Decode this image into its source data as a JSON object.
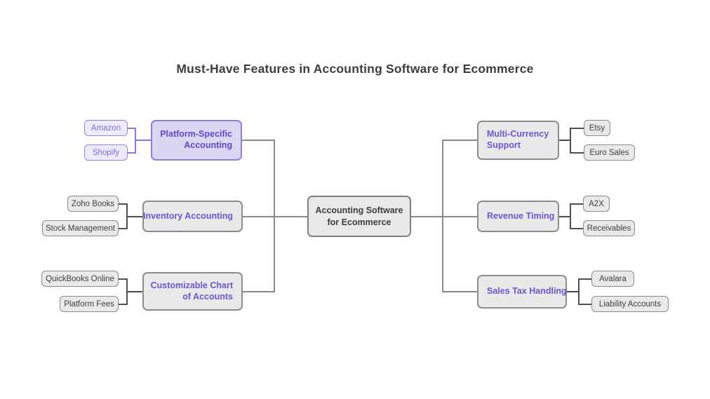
{
  "title": "Must-Have Features in Accounting Software for Ecommerce",
  "center": {
    "label": "Accounting Software for Ecommerce"
  },
  "left_branches": [
    {
      "label": "Platform-Specific Accounting",
      "theme": "purple",
      "children": [
        "Amazon",
        "Shopify"
      ]
    },
    {
      "label": "Inventory Accounting",
      "theme": "gray",
      "children": [
        "Zoho Books",
        "Stock Management"
      ]
    },
    {
      "label": "Customizable Chart of Accounts",
      "theme": "gray",
      "children": [
        "QuickBooks Online",
        "Platform Fees"
      ]
    }
  ],
  "right_branches": [
    {
      "label": "Multi-Currency Support",
      "theme": "gray",
      "children": [
        "Etsy",
        "Euro Sales"
      ]
    },
    {
      "label": "Revenue Timing",
      "theme": "gray",
      "children": [
        "A2X",
        "Receivables"
      ]
    },
    {
      "label": "Sales Tax Handling",
      "theme": "gray",
      "children": [
        "Avalara",
        "Liability Accounts"
      ]
    }
  ],
  "colors": {
    "accent_purple_text": "#5b4ac4",
    "purple_node_fill": "#dcd6f5",
    "purple_node_border": "#8f80e0",
    "purple_child_fill": "#edeafb",
    "gray_node_fill": "#e9e9e9",
    "gray_node_border": "#8c8c8c",
    "dark_text": "#3e3e3e",
    "connector_gray": "#8a8a8a",
    "connector_dark": "#4f4f4f",
    "connector_purple": "#8478d8",
    "background": "#ffffff"
  }
}
